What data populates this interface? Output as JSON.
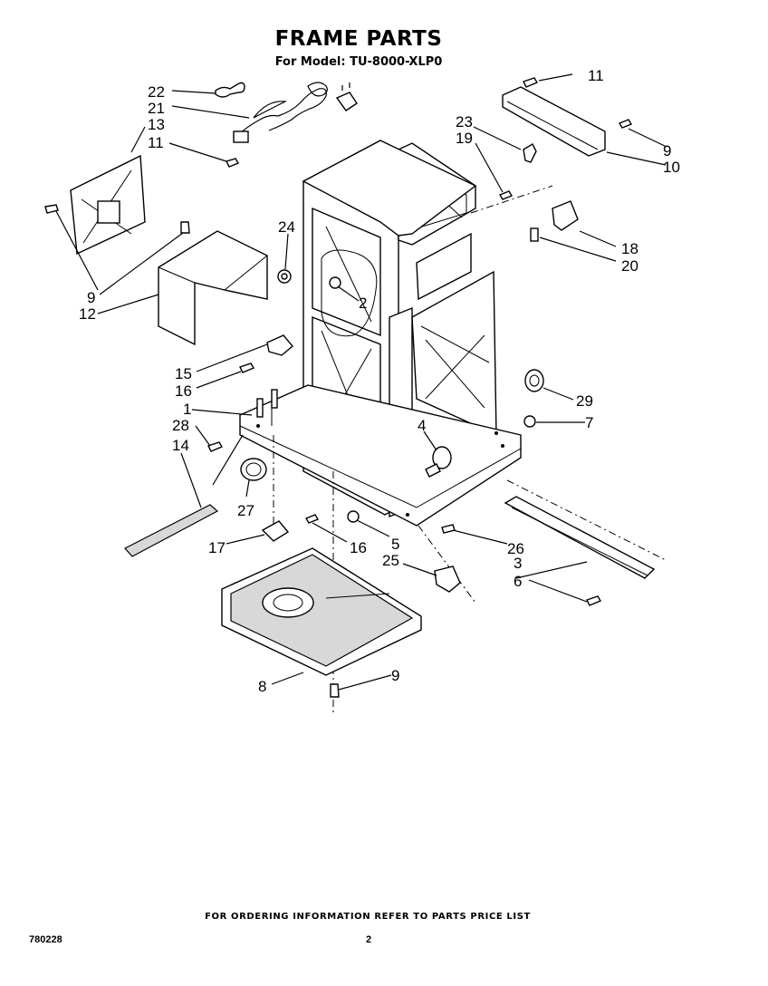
{
  "header": {
    "title": "FRAME PARTS",
    "model": "For Model: TU-8000-XLP0"
  },
  "callouts": [
    {
      "num": "22"
    },
    {
      "num": "21"
    },
    {
      "num": "13"
    },
    {
      "num": "11"
    },
    {
      "num": "11"
    },
    {
      "num": "23"
    },
    {
      "num": "19"
    },
    {
      "num": "9"
    },
    {
      "num": "10"
    },
    {
      "num": "24"
    },
    {
      "num": "18"
    },
    {
      "num": "20"
    },
    {
      "num": "9"
    },
    {
      "num": "12"
    },
    {
      "num": "2"
    },
    {
      "num": "15"
    },
    {
      "num": "16"
    },
    {
      "num": "1"
    },
    {
      "num": "29"
    },
    {
      "num": "28"
    },
    {
      "num": "4"
    },
    {
      "num": "7"
    },
    {
      "num": "14"
    },
    {
      "num": "27"
    },
    {
      "num": "17"
    },
    {
      "num": "16"
    },
    {
      "num": "5"
    },
    {
      "num": "26"
    },
    {
      "num": "25"
    },
    {
      "num": "3"
    },
    {
      "num": "6"
    },
    {
      "num": "8"
    },
    {
      "num": "9"
    }
  ],
  "footer": {
    "ordering_note": "FOR ORDERING INFORMATION REFER TO PARTS PRICE LIST",
    "doc_number": "780228",
    "page_number": "2"
  }
}
